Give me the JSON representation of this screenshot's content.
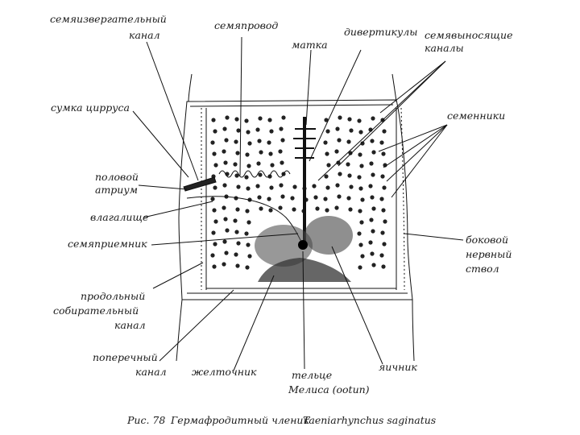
{
  "figure": {
    "labels": {
      "ejaculatory_canal": [
        "семяизвергательный",
        "канал"
      ],
      "sperm_duct": "семяпровод",
      "uterus": "матка",
      "diverticula": "дивертикулы",
      "vasa_efferentia": [
        "семявыносящие",
        "каналы"
      ],
      "cirrus_sac": "сумка цирруса",
      "testes": "семенники",
      "genital_atrium": [
        "половой",
        "атриум"
      ],
      "vagina": "влагалище",
      "seminal_receptacle": "семяприемник",
      "lateral_nerve": [
        "боковой",
        "нервный",
        "ствол"
      ],
      "longitudinal_canal": [
        "продольный",
        "собирательный",
        "канал"
      ],
      "transverse_canal": [
        "поперечный",
        "канал"
      ],
      "vitellarium": "желточник",
      "mehlis_gland": [
        "тельце",
        "Мелиса (ootип)"
      ],
      "ovary": "яичник"
    },
    "caption": {
      "prefix": "Рис. 78",
      "title": "Гермафродитный членик",
      "species": "Taeniarhynchus saginatus"
    }
  },
  "colors": {
    "ink": "#111111",
    "background": "#ffffff"
  }
}
